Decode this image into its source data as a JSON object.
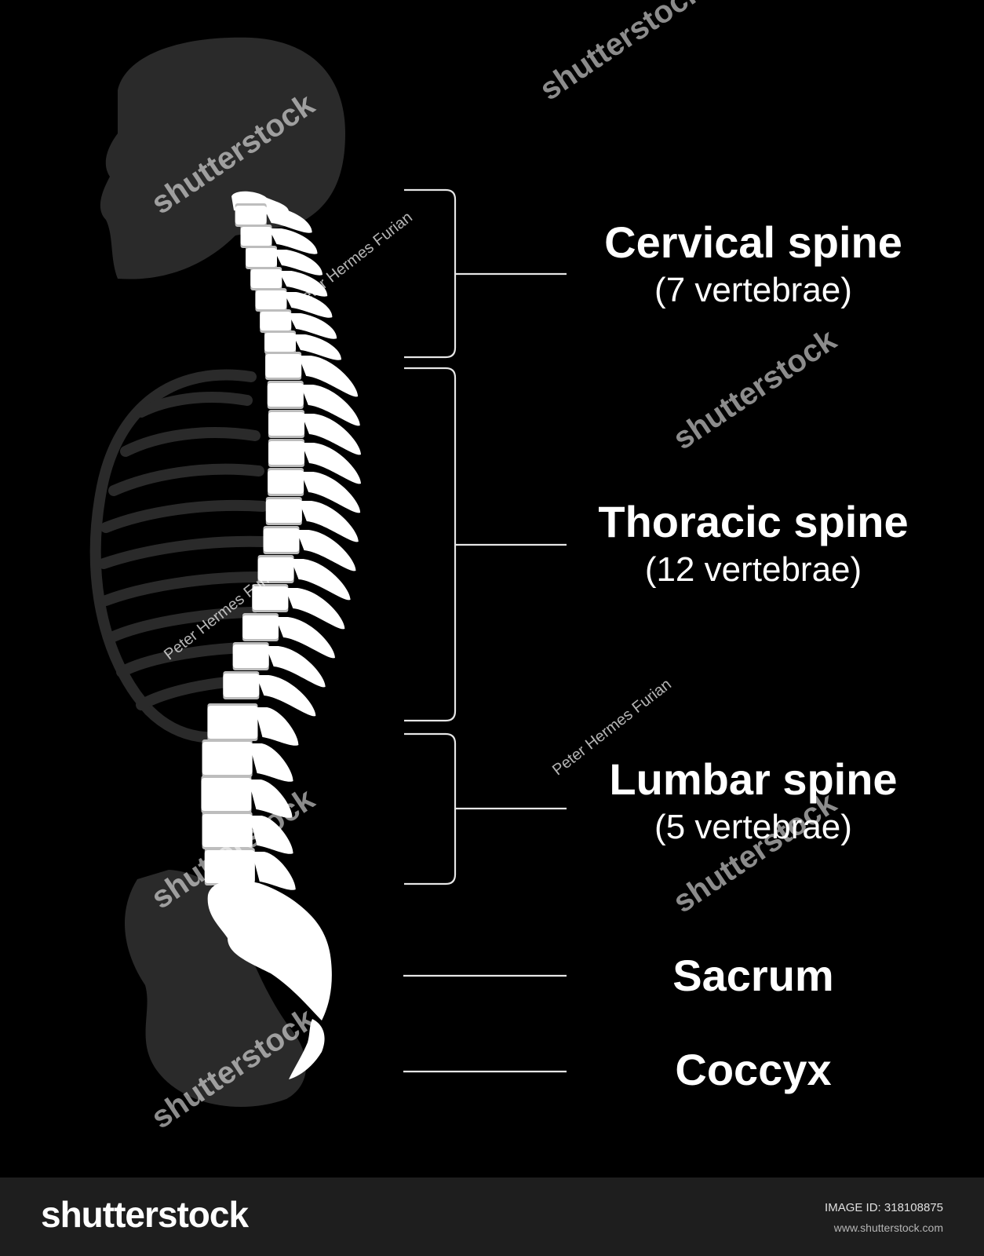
{
  "regions": [
    {
      "name": "Cervical spine",
      "count": "(7 vertebrae)"
    },
    {
      "name": "Thoracic spine",
      "count": "(12 vertebrae)"
    },
    {
      "name": "Lumbar spine",
      "count": "(5 vertebrae)"
    },
    {
      "name": "Sacrum",
      "count": ""
    },
    {
      "name": "Coccyx",
      "count": ""
    }
  ],
  "watermark": {
    "brand": "shutterstock",
    "credit": "Peter Hermes Furian"
  },
  "footer": {
    "brand": "shutterstock",
    "image_id_label": "IMAGE ID:",
    "image_id": "318108875",
    "url": "www.shutterstock.com"
  },
  "colors": {
    "background": "#000000",
    "bone": "#ffffff",
    "disc": "#bdbdbd",
    "silhouette": "#2a2a2a",
    "footer_bg": "#1e1e1e"
  }
}
